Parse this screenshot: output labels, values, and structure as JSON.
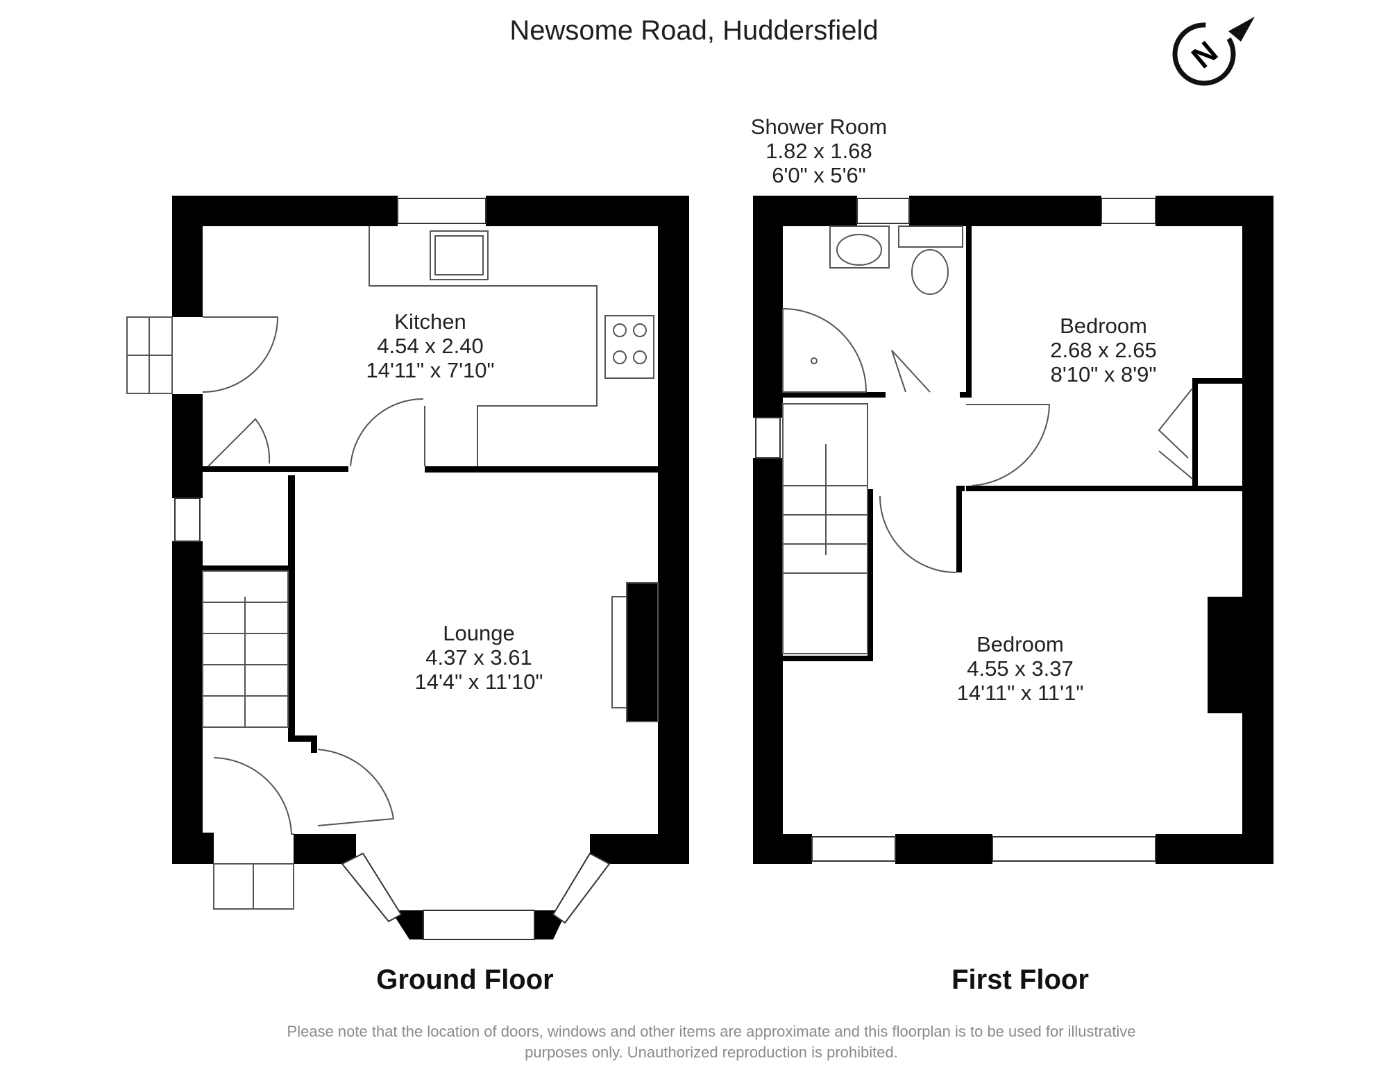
{
  "title": "Newsome Road, Huddersfield",
  "compass": {
    "letter": "N",
    "icon": "north-arrow-icon"
  },
  "colors": {
    "wall": "#000000",
    "fixture": "#555555",
    "text": "#222222",
    "disclaimer": "#8a8a8a"
  },
  "floors": [
    {
      "label": "Ground Floor",
      "rooms": [
        {
          "name": "Kitchen",
          "metric": "4.54 x 2.40",
          "imperial": "14'11\" x 7'10\""
        },
        {
          "name": "Lounge",
          "metric": "4.37 x 3.61",
          "imperial": "14'4\" x 11'10\""
        }
      ]
    },
    {
      "label": "First Floor",
      "rooms": [
        {
          "name": "Shower Room",
          "metric": "1.82 x 1.68",
          "imperial": "6'0\" x 5'6\""
        },
        {
          "name": "Bedroom",
          "metric": "2.68 x 2.65",
          "imperial": "8'10\" x 8'9\""
        },
        {
          "name": "Bedroom",
          "metric": "4.55 x 3.37",
          "imperial": "14'11\" x 11'1\""
        }
      ]
    }
  ],
  "disclaimer": {
    "line1": "Please note that the location of doors, windows and other items are approximate and this floorplan is to be used for illustrative",
    "line2": "purposes only. Unauthorized reproduction is prohibited."
  }
}
